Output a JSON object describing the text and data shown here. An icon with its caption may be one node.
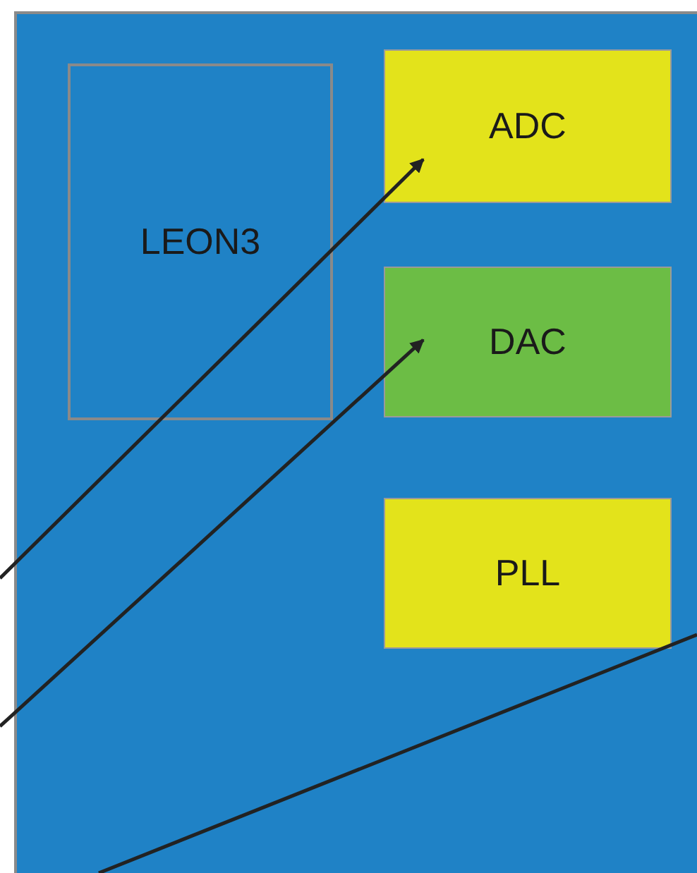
{
  "diagram": {
    "nodes": [
      {
        "text": [
          "LEON3"
        ]
      },
      {
        "text": [
          "ADC"
        ]
      },
      {
        "text": [
          "DAC"
        ]
      },
      {
        "text": [
          "PLL"
        ]
      }
    ],
    "edges": [
      {
        "from": null,
        "to": 1,
        "arrow": "to"
      },
      {
        "from": null,
        "to": 2,
        "arrow": "to"
      }
    ]
  }
}
